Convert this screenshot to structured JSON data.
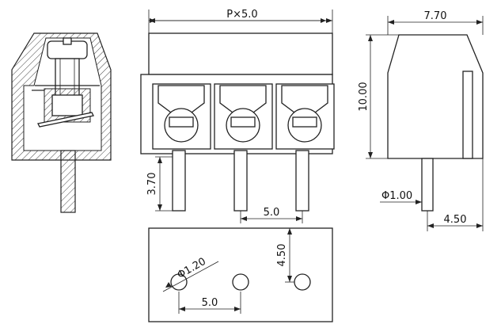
{
  "dimensions": {
    "pitch_label": "P×5.0",
    "width_label": "7.70",
    "height_label": "10.00",
    "pin_length_label": "3.70",
    "pin_pitch_label": "5.0",
    "pin_diameter_label": "Φ1.00",
    "pin_offset_label": "4.50",
    "hole_diameter_label": "Φ1.20",
    "hole_pitch_label": "5.0",
    "hole_offset_label": "4.50"
  },
  "colors": {
    "line": "#222222",
    "hatch": "#444444",
    "background": "#ffffff"
  }
}
